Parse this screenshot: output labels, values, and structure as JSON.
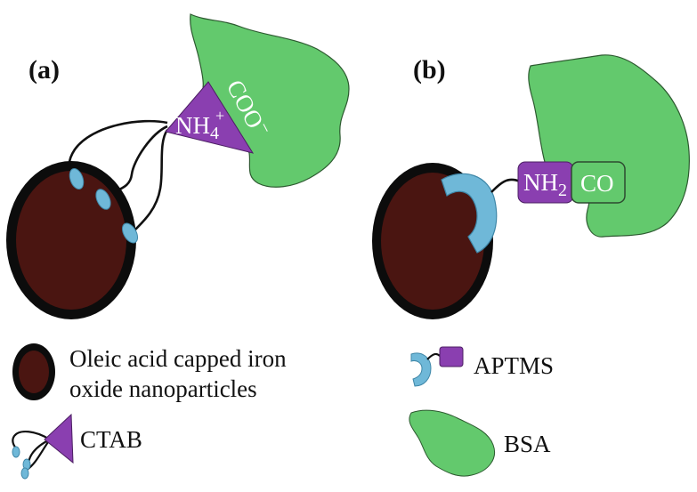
{
  "panels": {
    "a": {
      "label": "(a)"
    },
    "b": {
      "label": "(b)"
    }
  },
  "chem": {
    "nh4_base": "NH",
    "nh4_sub": "4",
    "nh4_charge": "+",
    "coo_base": "COO",
    "coo_charge": "−",
    "nh2_base": "NH",
    "nh2_sub": "2",
    "co": "CO"
  },
  "legend": {
    "nanoparticle_line1": "Oleic acid capped iron",
    "nanoparticle_line2": "oxide nanoparticles",
    "ctab": "CTAB",
    "aptms": "APTMS",
    "bsa": "BSA"
  },
  "colors": {
    "iron_core": "#4a1511",
    "oleic_shell": "#0c0c0c",
    "bsa_green": "#63c96d",
    "bsa_edge": "#2d5a30",
    "purple": "#8a3fb0",
    "purple_edge": "#4c1f63",
    "blue": "#6fb8d8",
    "blue_edge": "#3f87a8",
    "co_box": "#63c96d"
  }
}
